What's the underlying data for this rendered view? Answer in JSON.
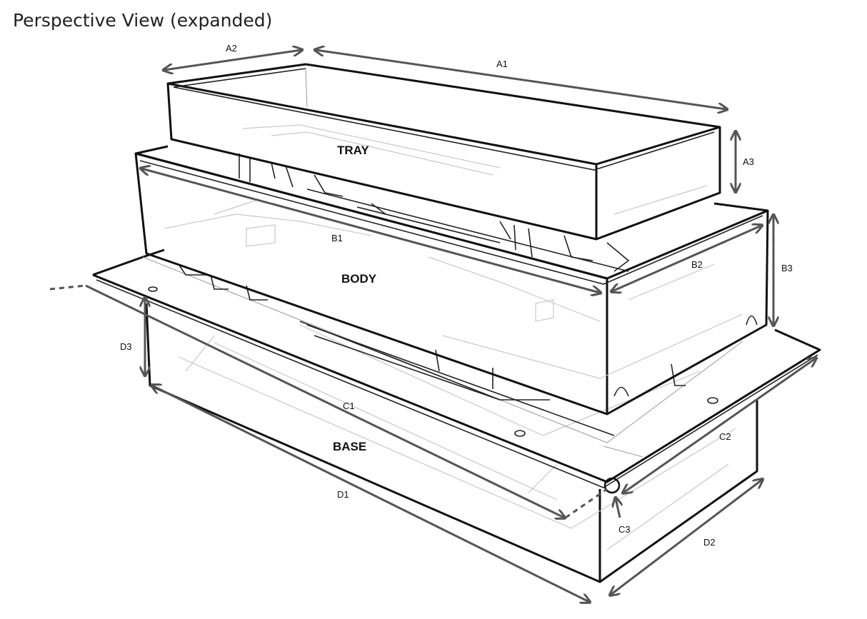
{
  "title": "Perspective View (expanded)",
  "parts": {
    "tray": "TRAY",
    "body": "BODY",
    "base": "BASE"
  },
  "dimensions": {
    "a1": "A1",
    "a2": "A2",
    "a3": "A3",
    "b1": "B1",
    "b2": "B2",
    "b3": "B3",
    "c1": "C1",
    "c2": "C2",
    "c3": "C3",
    "d1": "D1",
    "d2": "D2",
    "d3": "D3"
  }
}
